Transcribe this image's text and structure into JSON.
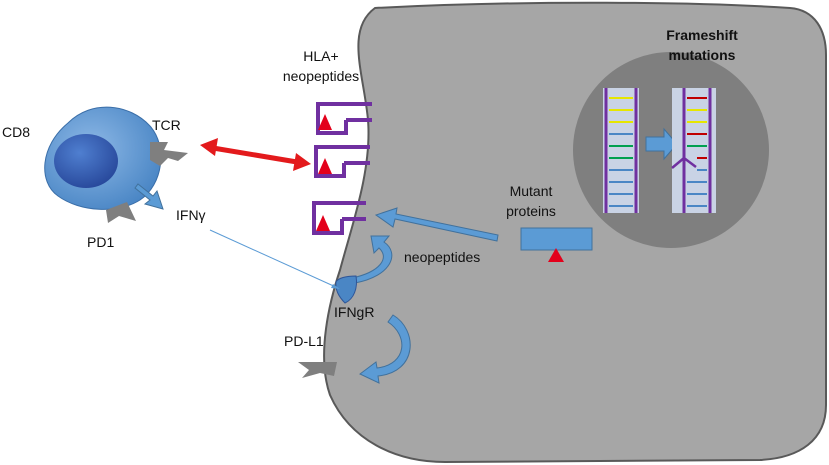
{
  "labels": {
    "cd8": "CD8",
    "tcr": "TCR",
    "pd1": "PD1",
    "ifng": "IFNγ",
    "hla_line1": "HLA+",
    "hla_line2": "neopeptides",
    "frameshift_line1": "Frameshift",
    "frameshift_line2": "mutations",
    "mutant_line1": "Mutant",
    "mutant_line2": "proteins",
    "neopeptides": "neopeptides",
    "ifngr": "IFNgR",
    "pdl1": "PD-L1"
  },
  "colors": {
    "tumor_cell": "#a6a6a6",
    "tumor_outline": "#595959",
    "nucleus": "#7f7f7f",
    "tcell": "#5b9bd5",
    "tcell_nucleus": "#2f5597",
    "arrow_blue": "#5b9bd5",
    "interaction_arrow": "#e31a1c",
    "mhc": "#7030a0",
    "peptide": "#e3001b",
    "receptor_gray": "#7f7f7f"
  }
}
